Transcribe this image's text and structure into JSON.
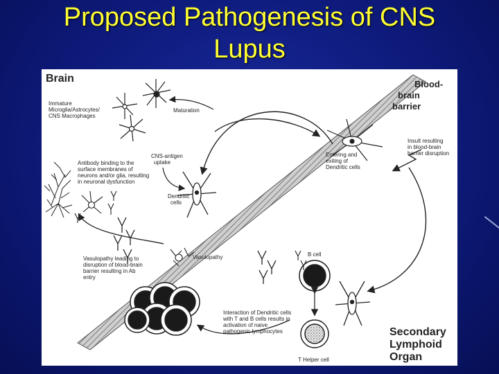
{
  "slide": {
    "title_line1": "Proposed Pathogenesis of CNS",
    "title_line2": "Lupus"
  },
  "diagram": {
    "brain": "Brain",
    "bbb_1": "Blood-",
    "bbb_2": "brain",
    "bbb_3": "barrier",
    "immature_1": "Immature",
    "immature_2": "Microglia/Astrocytes/",
    "immature_3": "CNS Macrophages",
    "maturation": "Maturation",
    "cns_antigen_1": "CNS-antigen",
    "cns_antigen_2": "uptake",
    "antibody_1": "Antibody binding to the",
    "antibody_2": "surface membranes of",
    "antibody_3": "neurons and/or glia, resulting",
    "antibody_4": "in neuronal dysfunction",
    "insult_1": "Insult resulting",
    "insult_2": "in blood-brain",
    "insult_3": "barrier disruption",
    "entering_1": "Entering and",
    "entering_2": "exiting of",
    "entering_3": "Dendritic cells",
    "dendritic_1": "Dendritic",
    "dendritic_2": "cells",
    "vasulopathy_1": "Vasulopathy  leading to",
    "vasulopathy_2": "disruption of blood-brain",
    "vasulopathy_3": "barrier  resulting in Ab",
    "vasulopathy_4": "entry",
    "vasulopathy_short": "Vasulopathy",
    "b_cell": "B cell",
    "interaction_1": "Interaction of Dendritic cells",
    "interaction_2": "with T and B cells results  in",
    "interaction_3": "activation of naive",
    "interaction_4": "pathogenic lymphocytes",
    "t_helper": "T Helper cell",
    "secondary_1": "Secondary",
    "secondary_2": "Lymphoid",
    "secondary_3": "Organ"
  }
}
